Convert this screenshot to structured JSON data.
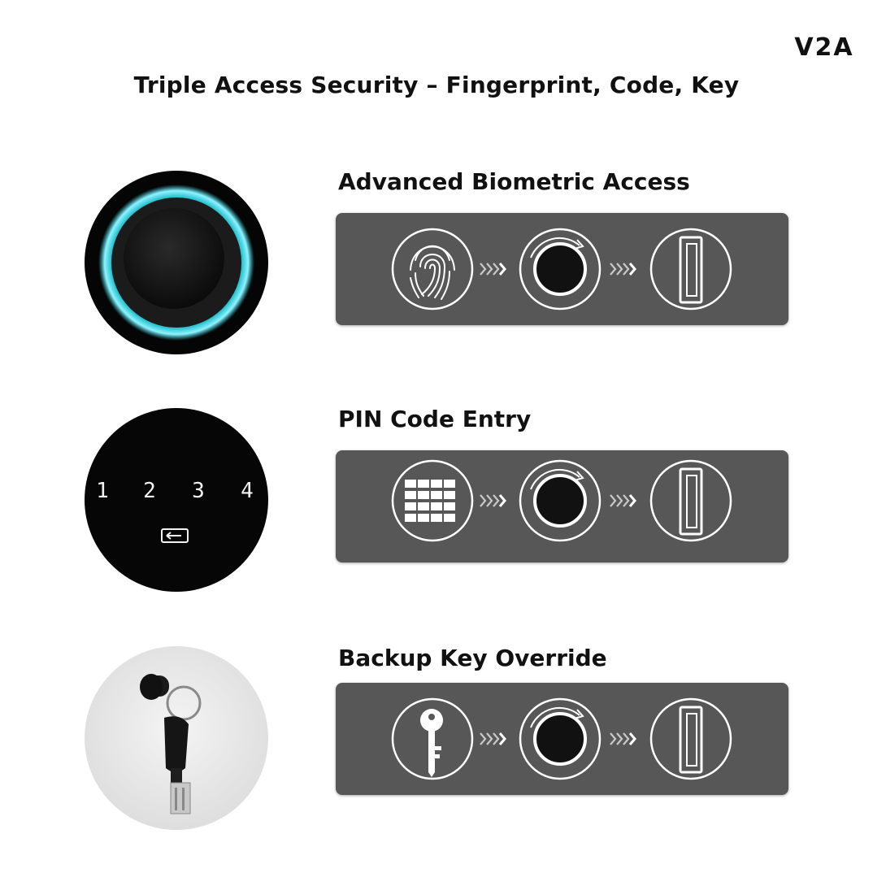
{
  "brand": {
    "logo_text": "V2A"
  },
  "page": {
    "title": "Triple Access Security – Fingerprint, Code, Key"
  },
  "rows": [
    {
      "heading": "Advanced Biometric Access",
      "method_icon": "fingerprint-icon",
      "flow": [
        "fingerprint-icon",
        "chevrons-icon",
        "rotate-knob-icon",
        "chevrons-icon",
        "door-handle-icon"
      ],
      "photo": "fingerprint-reader-photo"
    },
    {
      "heading": "PIN Code Entry",
      "method_icon": "keypad-icon",
      "flow": [
        "keypad-icon",
        "chevrons-icon",
        "rotate-knob-icon",
        "chevrons-icon",
        "door-handle-icon"
      ],
      "photo": "touch-keypad-photo",
      "keypad": {
        "digits": [
          "1",
          "2",
          "3",
          "4"
        ],
        "enter_icon": "enter-icon"
      }
    },
    {
      "heading": "Backup Key Override",
      "method_icon": "key-icon",
      "flow": [
        "key-icon",
        "chevrons-icon",
        "rotate-knob-icon",
        "chevrons-icon",
        "door-handle-icon"
      ],
      "photo": "backup-key-photo"
    }
  ],
  "colors": {
    "panel": "#575757",
    "ring_glow": "#2ed6e6",
    "background": "#ffffff",
    "text": "#111111"
  }
}
